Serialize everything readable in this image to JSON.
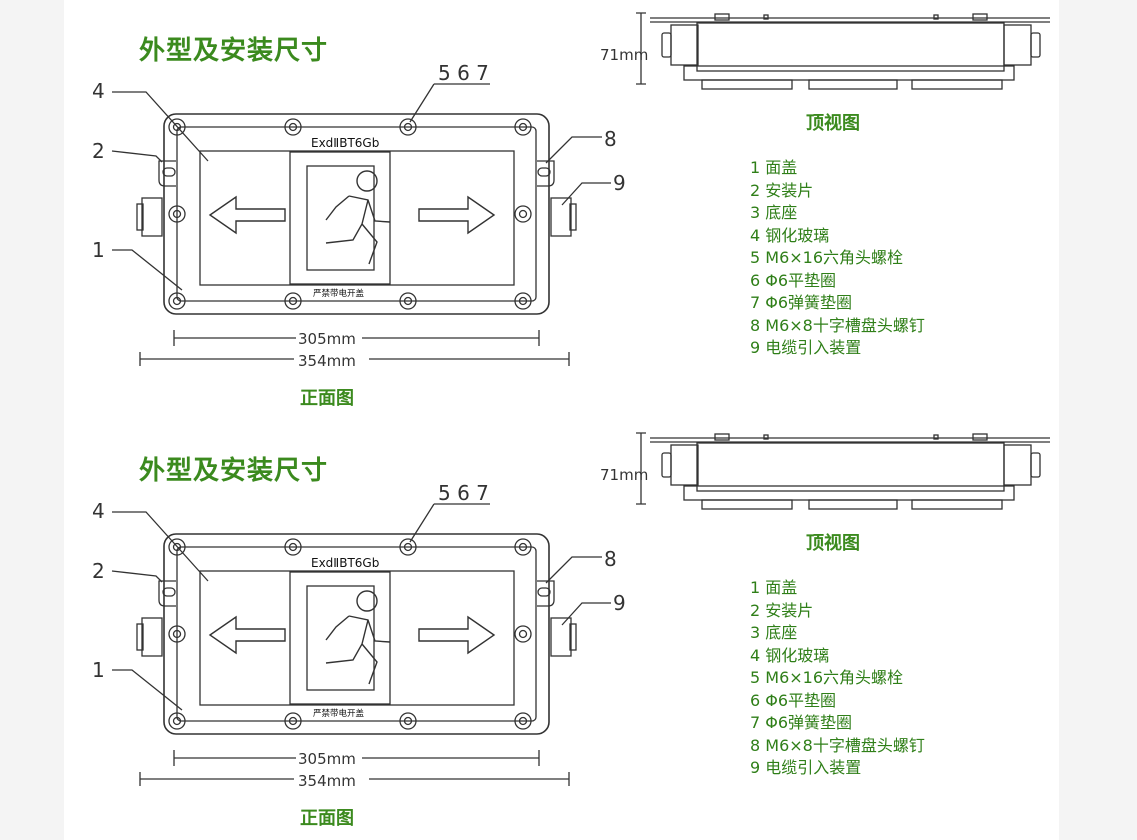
{
  "colors": {
    "accent": "#3b8a1e",
    "line": "#333333",
    "background": "#ffffff",
    "margin": "#f4f4f4"
  },
  "panels": [
    {
      "title": "外型及安装尺寸",
      "front_caption": "正面图",
      "top_caption": "顶视图",
      "marking": "ExdⅡBT6Gb",
      "warning": "严禁带电开盖",
      "callouts": {
        "c4": "4",
        "c2": "2",
        "c1": "1",
        "c567": "5 6 7",
        "c8": "8",
        "c9": "9"
      },
      "dims": {
        "inner": "305mm",
        "outer": "354mm",
        "height": "71mm"
      },
      "legend": [
        "1 面盖",
        "2 安装片",
        "3 底座",
        "4 钢化玻璃",
        "5 M6×16六角头螺栓",
        "6 Φ6平垫圈",
        "7 Φ6弹簧垫圈",
        "8 M6×8十字槽盘头螺钉",
        "9 电缆引入装置"
      ],
      "icons": [
        "arrow-left-icon",
        "running-man-exit-icon",
        "arrow-right-icon"
      ]
    },
    {
      "title": "外型及安装尺寸",
      "front_caption": "正面图",
      "top_caption": "顶视图",
      "marking": "ExdⅡBT6Gb",
      "warning": "严禁带电开盖",
      "callouts": {
        "c4": "4",
        "c2": "2",
        "c1": "1",
        "c567": "5 6 7",
        "c8": "8",
        "c9": "9"
      },
      "dims": {
        "inner": "305mm",
        "outer": "354mm",
        "height": "71mm"
      },
      "legend": [
        "1 面盖",
        "2 安装片",
        "3 底座",
        "4 钢化玻璃",
        "5 M6×16六角头螺栓",
        "6 Φ6平垫圈",
        "7 Φ6弹簧垫圈",
        "8 M6×8十字槽盘头螺钉",
        "9 电缆引入装置"
      ],
      "icons": [
        "arrow-left-icon",
        "running-man-exit-icon",
        "arrow-right-icon"
      ]
    }
  ]
}
